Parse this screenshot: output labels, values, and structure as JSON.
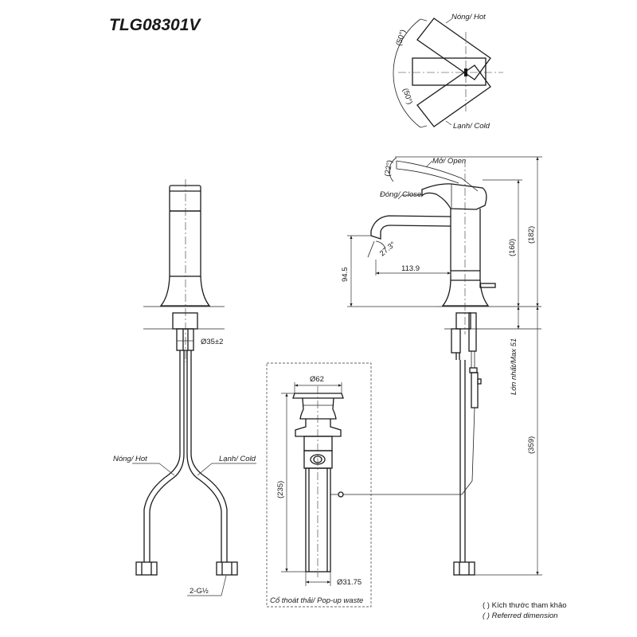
{
  "title": "TLG08301V",
  "top_view": {
    "hot_label": "Nóng/ Hot",
    "cold_label": "Lạnh/ Cold",
    "angle_top": "(50°)",
    "angle_bottom": "(50°)"
  },
  "side_view": {
    "open_label": "Mở/ Open",
    "close_label": "Đóng/ Close",
    "lever_angle": "(22°)",
    "spout_angle": "27.3°",
    "spout_reach": "113.9",
    "spout_height": "94.5",
    "body_height": "(160)",
    "total_height": "(182)",
    "max_thickness": "Lớn nhất/Max 51",
    "below_counter": "(359)"
  },
  "front_view": {
    "hole_dia": "Ø35±2",
    "hot_label": "Nóng/ Hot",
    "cold_label": "Lạnh/ Cold",
    "thread": "2-G½"
  },
  "waste": {
    "top_dia": "Ø62",
    "length": "(235)",
    "bottom_dia": "Ø31.75",
    "caption": "Cổ thoát thải/ Pop-up waste"
  },
  "legend": {
    "line1": "( ) Kích thước tham khảo",
    "line2": "( ) Referred dimension"
  }
}
